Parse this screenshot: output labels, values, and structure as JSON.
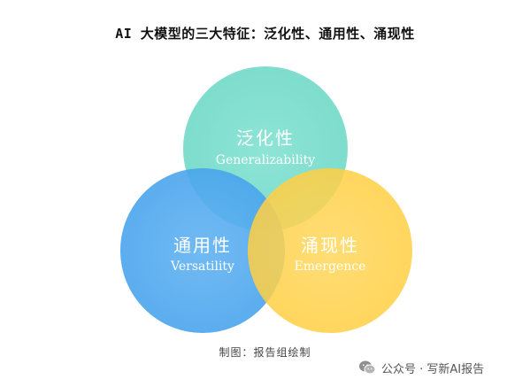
{
  "header": {
    "title": "AI 大模型的三大特征：泛化性、通用性、涌现性"
  },
  "diagram": {
    "circles": [
      {
        "cn": "泛化性",
        "en": "Generalizability",
        "color": "#6fd8c6"
      },
      {
        "cn": "通用性",
        "en": "Versatility",
        "color": "#4fa8ee"
      },
      {
        "cn": "涌现性",
        "en": "Emergence",
        "color": "#ffd04a"
      }
    ]
  },
  "caption": "制图：报告组绘制",
  "watermark": {
    "text": "公众号 · 写新AI报告",
    "icon": "wechat-icon"
  }
}
